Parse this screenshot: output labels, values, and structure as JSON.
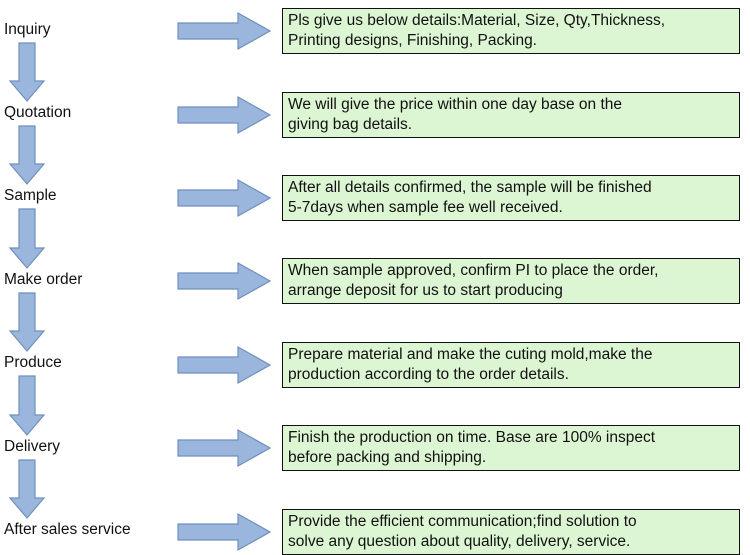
{
  "steps": [
    {
      "label": "Inquiry",
      "lines": [
        "Pls give us below details:Material, Size, Qty,Thickness,",
        "Printing designs, Finishing, Packing."
      ]
    },
    {
      "label": "Quotation",
      "lines": [
        "We will give the price within one day base on the",
        "giving bag details."
      ]
    },
    {
      "label": "Sample",
      "lines": [
        "After all details confirmed, the sample will be finished",
        "5-7days when sample fee well received."
      ]
    },
    {
      "label": "Make order",
      "lines": [
        "When sample approved, confirm PI to place the order,",
        "arrange deposit for us to start producing"
      ]
    },
    {
      "label": "Produce",
      "lines": [
        "Prepare material and make the cuting mold,make the",
        "production according to the order details."
      ]
    },
    {
      "label": "Delivery",
      "lines": [
        "Finish the production on time. Base are 100% inspect",
        "before packing and shipping."
      ]
    },
    {
      "label": "After sales service",
      "lines": [
        "Provide the efficient communication;find solution to",
        "solve any question about quality, delivery, service."
      ]
    }
  ],
  "colors": {
    "arrow_fill": "#9ab6dc",
    "arrow_stroke": "#6f8fbe",
    "box_fill": "#dcf5d2",
    "box_border": "#111111"
  }
}
